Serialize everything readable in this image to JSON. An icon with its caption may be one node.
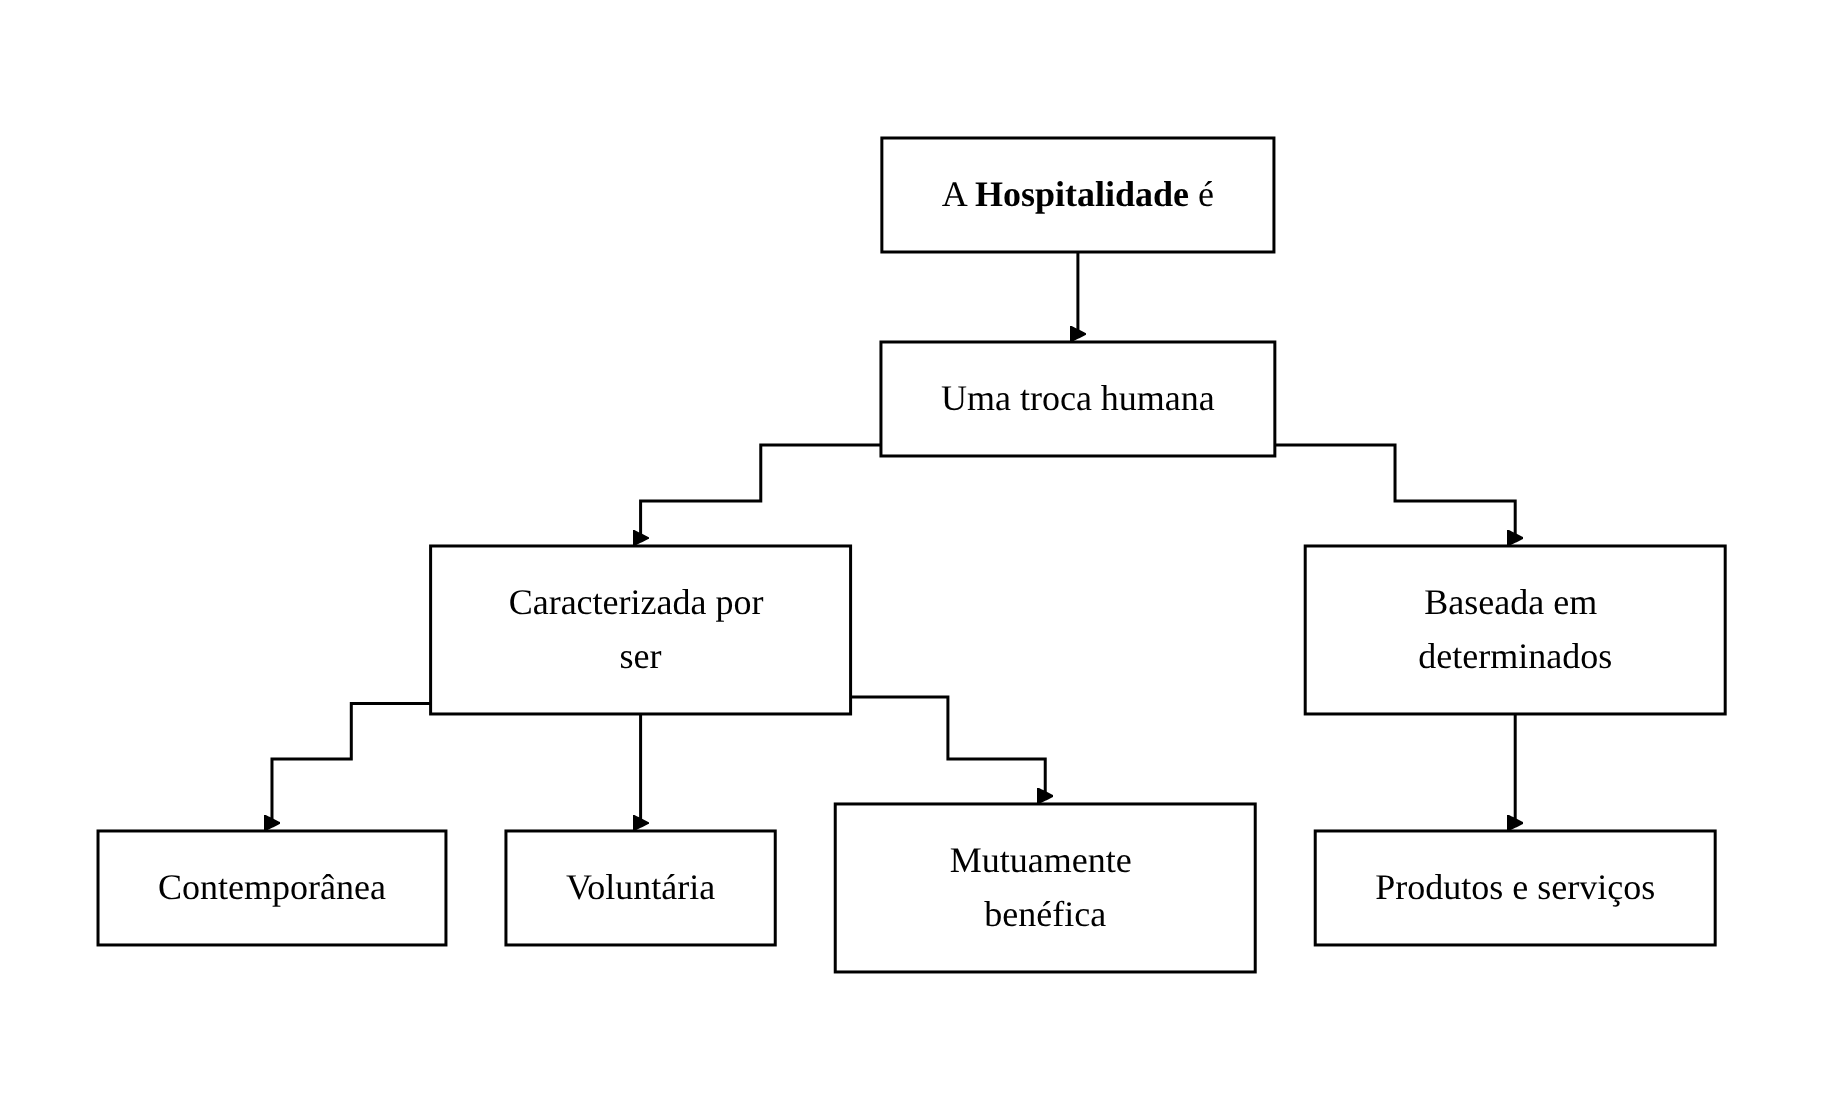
{
  "diagram": {
    "nodes": [
      {
        "text": [
          "A **Hospitalidade** é"
        ]
      },
      {
        "text": [
          "Uma troca humana"
        ]
      },
      {
        "text": [
          "Caracterizada por ser"
        ]
      },
      {
        "text": [
          "Baseada em determinados"
        ]
      },
      {
        "text": [
          "Contemporânea"
        ]
      },
      {
        "text": [
          "Voluntária"
        ]
      },
      {
        "text": [
          "Mutuamente benéfica"
        ]
      },
      {
        "text": [
          "Produtos e serviços"
        ]
      }
    ],
    "edges": [
      {
        "from": 0,
        "to": 1,
        "arrow": "to"
      },
      {
        "from": 1,
        "to": 2,
        "arrow": "to"
      },
      {
        "from": 1,
        "to": 3,
        "arrow": "to"
      },
      {
        "from": 2,
        "to": 4,
        "arrow": "to"
      },
      {
        "from": 2,
        "to": 5,
        "arrow": "to"
      },
      {
        "from": 2,
        "to": 6,
        "arrow": "to"
      },
      {
        "from": 3,
        "to": 7,
        "arrow": "to"
      }
    ]
  }
}
